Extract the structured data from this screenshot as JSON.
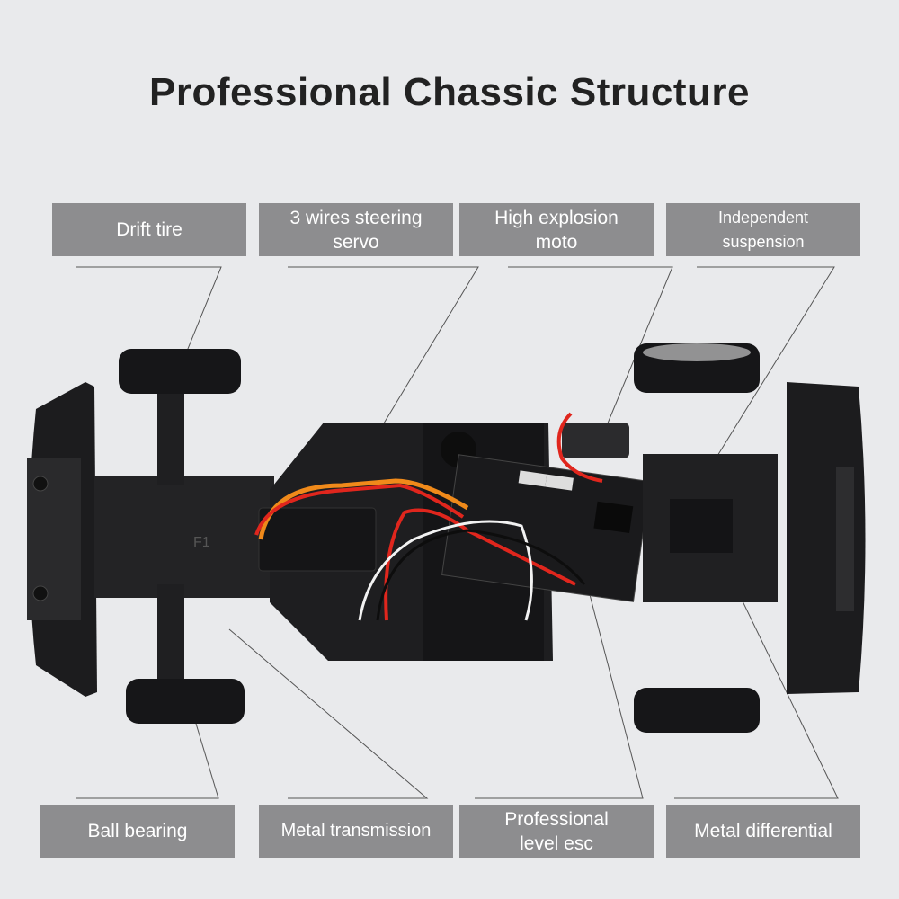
{
  "title": "Professional Chassic Structure",
  "top_labels": [
    "Drift tire",
    "3 wires steering\nservo",
    "High explosion\nmoto",
    "Independent\nsuspension"
  ],
  "bottom_labels": [
    "Ball bearing",
    "Metal transmission",
    "Professional\nlevel esc",
    "Metal differential"
  ],
  "colors": {
    "label_bg": "#8d8d8f",
    "background": "#e9eaec",
    "chassis": "#1c1c1e",
    "wire_red": "#e0261d",
    "wire_orange": "#f08a1a",
    "wire_white": "#f2f2f2"
  }
}
